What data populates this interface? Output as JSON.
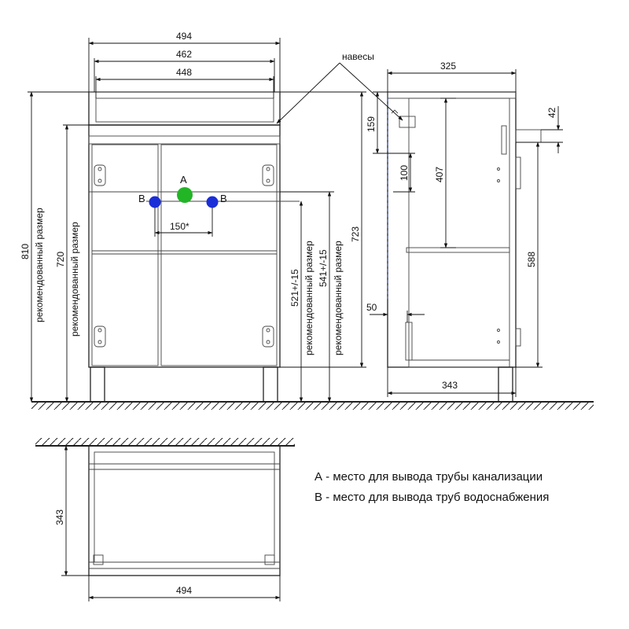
{
  "front_view": {
    "dims": {
      "width_total": "494",
      "width_mid": "462",
      "width_inner": "448",
      "height_total": "810",
      "height_recommended": "720",
      "height_right": "723",
      "height_541": "541+/-15",
      "height_521": "521+/-15",
      "pipe_spacing": "150*"
    },
    "labels": {
      "recommended_size": "рекомендованный размер",
      "point_a": "A",
      "point_b": "B"
    },
    "colors": {
      "point_a": "#22b526",
      "point_b": "#1a2ed8"
    }
  },
  "side_view": {
    "dims": {
      "depth_top": "325",
      "depth_bottom": "343",
      "d159": "159",
      "d100": "100",
      "d407": "407",
      "d42": "42",
      "d588": "588",
      "d50": "50"
    },
    "hinges_label": "навесы"
  },
  "top_view": {
    "dims": {
      "depth": "343",
      "width": "494"
    }
  },
  "legend": {
    "a": "А - место для вывода трубы канализации",
    "b": "В - место для вывода труб водоснабжения"
  }
}
